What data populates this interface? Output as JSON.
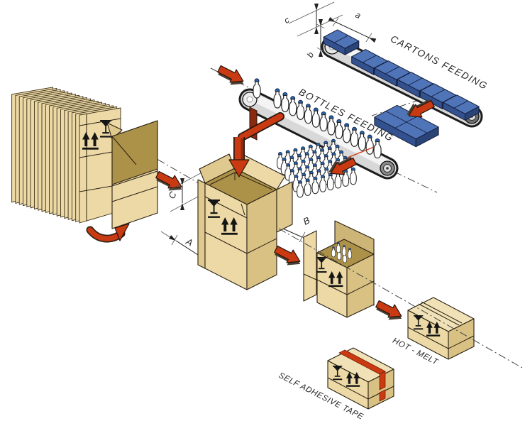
{
  "diagram": {
    "title_labels": {
      "cartons_feeding": "CARTONS FEEDING",
      "bottles_feeding": "BOTTLES FEEDING",
      "hot_melt": "HOT - MELT",
      "self_adhesive_tape": "SELF ADHESIVE TAPE"
    },
    "dimension_labels": {
      "carton_length_a": "a",
      "carton_thickness_b": "b",
      "carton_width_c": "c",
      "case_width_A": "A",
      "case_depth_B": "B",
      "case_height_C": "C"
    },
    "colors": {
      "carton_light": "#ecd9a6",
      "carton_mid": "#dfc98e",
      "carton_dark": "#d9c184",
      "carton_flap": "#cdb477",
      "carton_top": "#f0e2b6",
      "carton_inner": "#ac9148",
      "blue_top": "#4f74b8",
      "blue_side": "#33518f",
      "blue_end": "#2a4478",
      "red": "#c93a12",
      "red_dark": "#8a2a0e",
      "shadow": "#4a4034",
      "bottle_cap": "#2b62a8"
    },
    "counts": {
      "stack_sheets": 19,
      "conveyor_bottles": 14,
      "bottle_group_rows": 6,
      "bottle_group_cols": 8,
      "carton_train": 5
    }
  }
}
